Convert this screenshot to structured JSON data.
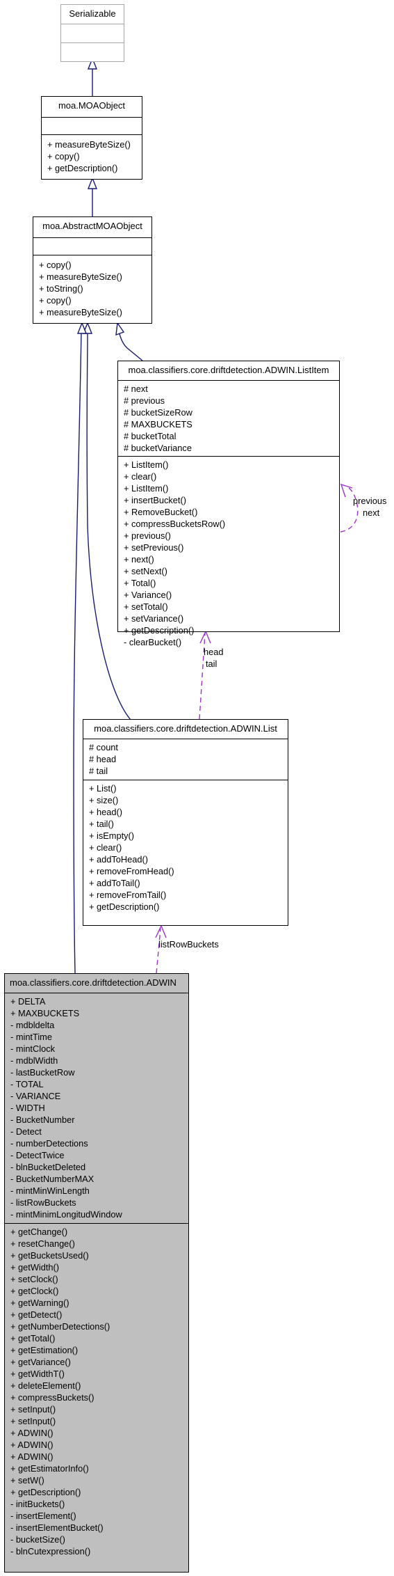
{
  "classes": {
    "serializable": {
      "name": "Serializable",
      "attributes": [],
      "methods": []
    },
    "moa_object": {
      "name": "moa.MOAObject",
      "attributes": [],
      "methods": [
        "+ measureByteSize()",
        "+ copy()",
        "+ getDescription()"
      ]
    },
    "abstract_moa_object": {
      "name": "moa.AbstractMOAObject",
      "attributes": [],
      "methods": [
        "+ copy()",
        "+ measureByteSize()",
        "+ toString()",
        "+ copy()",
        "+ measureByteSize()"
      ]
    },
    "list_item": {
      "name": "moa.classifiers.core.driftdetection.ADWIN.ListItem",
      "attributes": [
        "# next",
        "# previous",
        "# bucketSizeRow",
        "# MAXBUCKETS",
        "# bucketTotal",
        "# bucketVariance"
      ],
      "methods": [
        "+ ListItem()",
        "+ clear()",
        "+ ListItem()",
        "+ insertBucket()",
        "+ RemoveBucket()",
        "+ compressBucketsRow()",
        "+ previous()",
        "+ setPrevious()",
        "+ next()",
        "+ setNext()",
        "+ Total()",
        "+ Variance()",
        "+ setTotal()",
        "+ setVariance()",
        "+ getDescription()",
        "- clearBucket()"
      ]
    },
    "list": {
      "name": "moa.classifiers.core.driftdetection.ADWIN.List",
      "attributes": [
        "# count",
        "# head",
        "# tail"
      ],
      "methods": [
        "+ List()",
        "+ size()",
        "+ head()",
        "+ tail()",
        "+ isEmpty()",
        "+ clear()",
        "+ addToHead()",
        "+ removeFromHead()",
        "+ addToTail()",
        "+ removeFromTail()",
        "+ getDescription()"
      ]
    },
    "adwin": {
      "name": "moa.classifiers.core.driftdetection.ADWIN",
      "attributes": [
        "+ DELTA",
        "+ MAXBUCKETS",
        "- mdbldelta",
        "- mintTime",
        "- mintClock",
        "- mdblWidth",
        "- lastBucketRow",
        "- TOTAL",
        "- VARIANCE",
        "- WIDTH",
        "- BucketNumber",
        "- Detect",
        "- numberDetections",
        "- DetectTwice",
        "- blnBucketDeleted",
        "- BucketNumberMAX",
        "- mintMinWinLength",
        "- listRowBuckets",
        "- mintMinimLongitudWindow"
      ],
      "methods": [
        "+ getChange()",
        "+ resetChange()",
        "+ getBucketsUsed()",
        "+ getWidth()",
        "+ setClock()",
        "+ getClock()",
        "+ getWarning()",
        "+ getDetect()",
        "+ getNumberDetections()",
        "+ getTotal()",
        "+ getEstimation()",
        "+ getVariance()",
        "+ getWidthT()",
        "+ deleteElement()",
        "+ compressBuckets()",
        "+ setInput()",
        "+ setInput()",
        "+ ADWIN()",
        "+ ADWIN()",
        "+ ADWIN()",
        "+ getEstimatorInfo()",
        "+ setW()",
        "+ getDescription()",
        "- initBuckets()",
        "- insertElement()",
        "- insertElementBucket()",
        "- bucketSize()",
        "- blnCutexpression()"
      ]
    }
  },
  "edge_labels": {
    "self_previous": "previous",
    "self_next": "next",
    "list_head": "head",
    "list_tail": "tail",
    "adwin_buckets": "listRowBuckets"
  },
  "colors": {
    "inheritance": "#191970",
    "usage": "#9a32cd",
    "focus_fill": "#bfbfbf",
    "external_border": "#a8a8a8"
  }
}
